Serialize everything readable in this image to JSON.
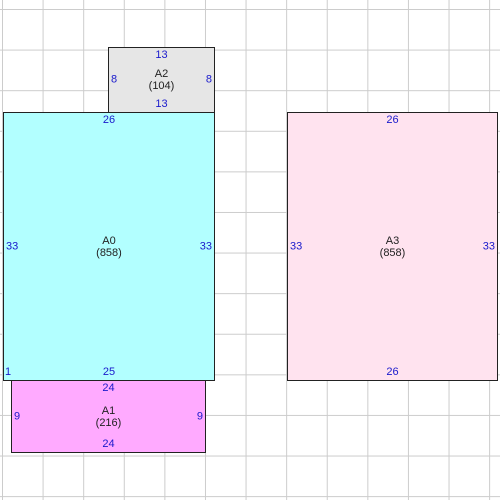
{
  "colors": {
    "dimension_text": "#1a1acc",
    "A0": "#b2ffff",
    "A1": "#ffaaff",
    "A2": "#e6e6e6",
    "A3": "#ffe3ef"
  },
  "rooms": {
    "A0": {
      "name": "A0",
      "area": "(858)",
      "top": "26",
      "bottom": "25",
      "left": "33",
      "right": "33",
      "corner": "1"
    },
    "A1": {
      "name": "A1",
      "area": "(216)",
      "top": "24",
      "bottom": "24",
      "left": "9",
      "right": "9"
    },
    "A2": {
      "name": "A2",
      "area": "(104)",
      "top": "13",
      "bottom": "13",
      "left": "8",
      "right": "8"
    },
    "A3": {
      "name": "A3",
      "area": "(858)",
      "top": "26",
      "bottom": "26",
      "left": "33",
      "right": "33"
    }
  }
}
